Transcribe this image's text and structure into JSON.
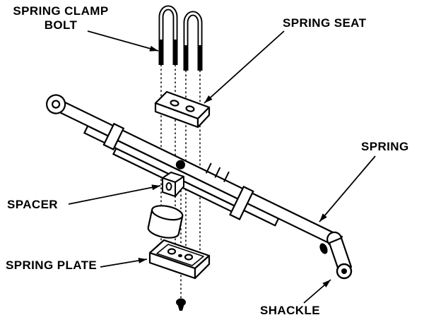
{
  "figure": {
    "background_color": "#ffffff",
    "ink_color": "#000000",
    "labels": {
      "spring_clamp_bolt": "SPRING CLAMP\nBOLT",
      "spring_seat": "SPRING SEAT",
      "spacer": "SPACER",
      "spring": "SPRING",
      "spring_plate": "SPRING PLATE",
      "shackle": "SHACKLE"
    }
  }
}
